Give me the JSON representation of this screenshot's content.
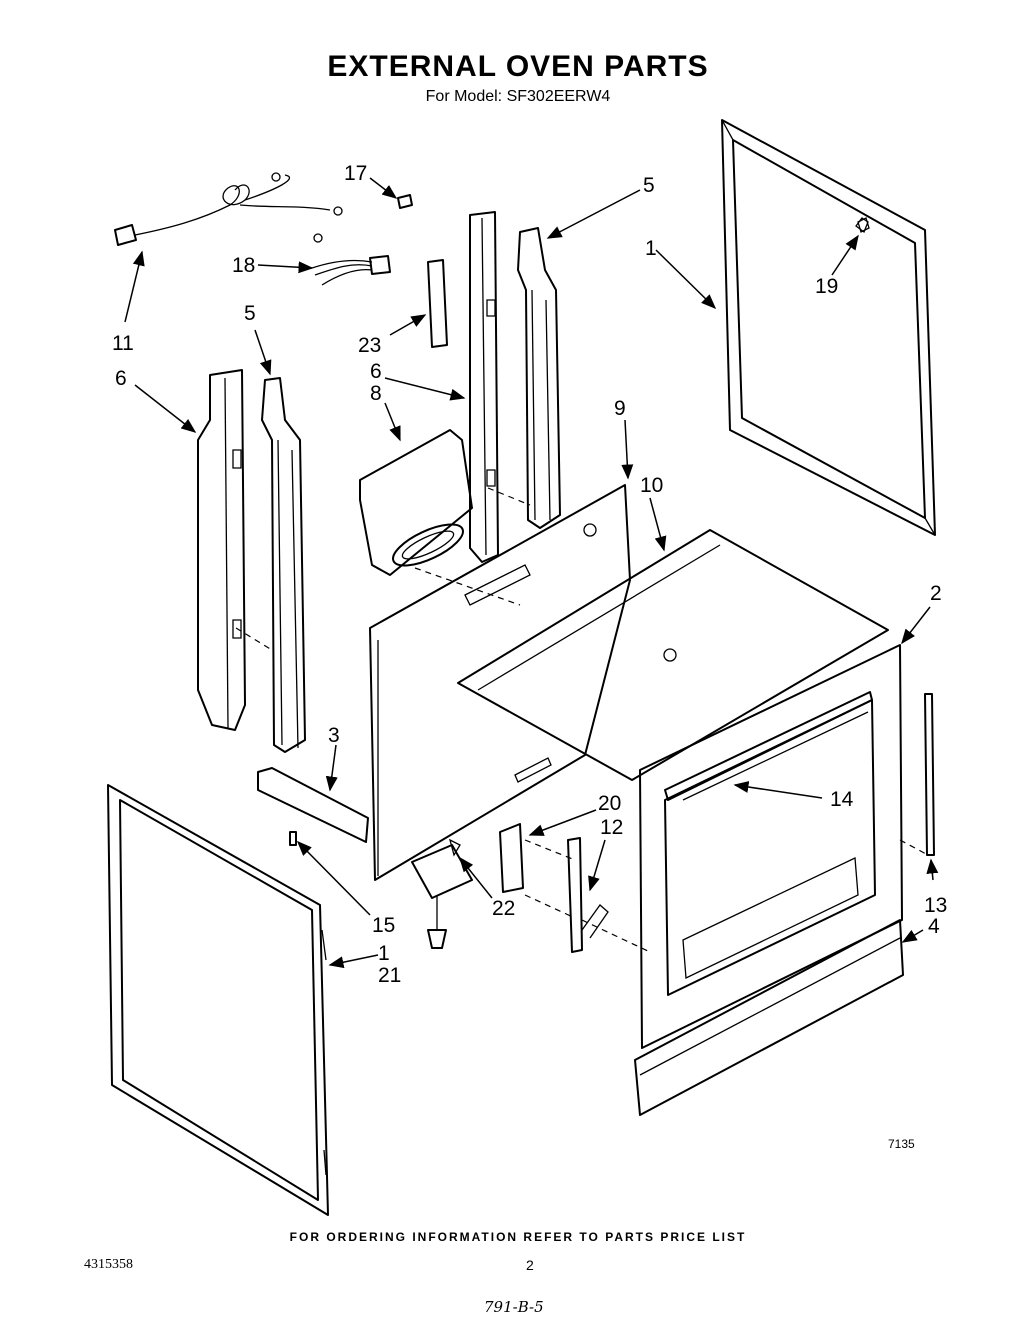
{
  "header": {
    "title": "EXTERNAL OVEN PARTS",
    "subtitle": "For Model: SF302EERW4"
  },
  "callouts": {
    "c1a": "1",
    "c1b": "1",
    "c2": "2",
    "c3": "3",
    "c4": "4",
    "c5a": "5",
    "c5b": "5",
    "c6a": "6",
    "c6b": "6",
    "c8": "8",
    "c9": "9",
    "c10": "10",
    "c11": "11",
    "c12": "12",
    "c13": "13",
    "c14": "14",
    "c15": "15",
    "c17": "17",
    "c18": "18",
    "c19": "19",
    "c20": "20",
    "c21": "21",
    "c22": "22",
    "c23": "23"
  },
  "footer": {
    "ordering_note": "FOR ORDERING INFORMATION REFER TO PARTS PRICE LIST",
    "doc_number": "4315358",
    "page_number": "2",
    "figure_number": "7135",
    "handwritten_note": "791-B-5"
  }
}
